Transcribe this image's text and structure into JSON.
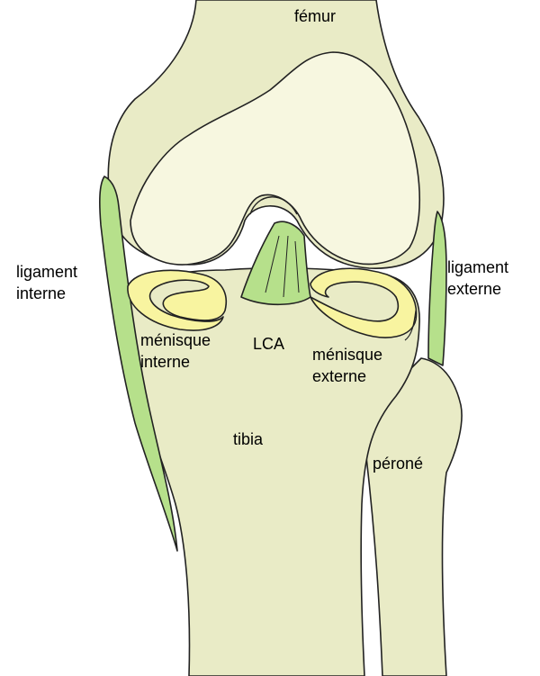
{
  "labels": {
    "femur": "fémur",
    "ligament_interne": [
      "ligament",
      "interne"
    ],
    "ligament_externe": [
      "ligament",
      "externe"
    ],
    "menisque_interne": [
      "ménisque",
      "interne"
    ],
    "lca": "LCA",
    "menisque_externe": [
      "ménisque",
      "externe"
    ],
    "tibia": "tibia",
    "perone": "péroné"
  },
  "colors": {
    "bone": "#e9ebc6",
    "cartilage": "#f7f7e0",
    "ligament": "#b6e08b",
    "meniscus": "#f8f4a0"
  }
}
